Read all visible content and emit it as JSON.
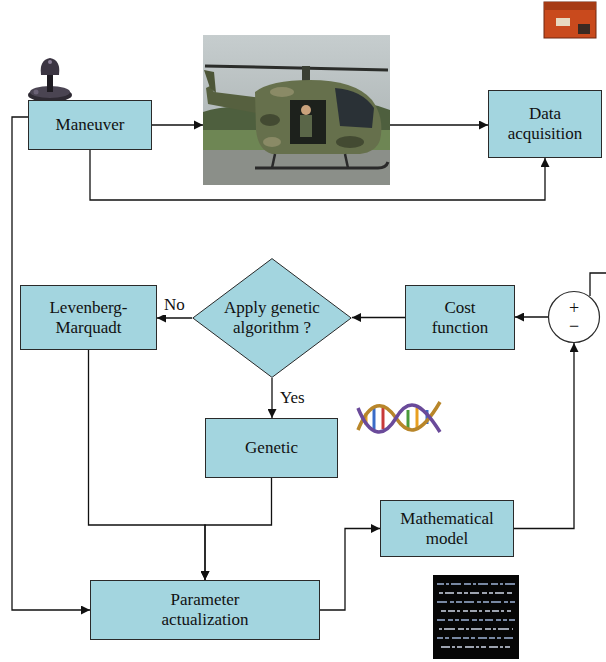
{
  "diagram": {
    "nodes": [
      {
        "text": [
          "Maneuver"
        ]
      },
      {
        "text": [
          "Data acquisition"
        ]
      },
      {
        "text": [
          "Levenberg-Marquadt"
        ]
      },
      {
        "text": [
          "Apply genetic algorithm ?"
        ]
      },
      {
        "text": [
          "Cost function"
        ]
      },
      {
        "text": [
          "+",
          "−"
        ]
      },
      {
        "text": [
          "Genetic"
        ]
      },
      {
        "text": [
          "Mathematical model"
        ]
      },
      {
        "text": [
          "Parameter actualization"
        ]
      }
    ],
    "edges": [
      {
        "from": 0,
        "to": 1,
        "arrow": "to"
      },
      {
        "from": 0,
        "to": 1,
        "arrow": "to"
      },
      {
        "from": 0,
        "to": 8,
        "arrow": "to"
      },
      {
        "from": 5,
        "to": 4,
        "arrow": "to"
      },
      {
        "from": 4,
        "to": 3,
        "arrow": "to"
      },
      {
        "from": 3,
        "to": 2,
        "label": "No",
        "arrow": "to"
      },
      {
        "from": 3,
        "to": 6,
        "label": "Yes",
        "arrow": "to"
      },
      {
        "from": 2,
        "to": 8,
        "arrow": "to"
      },
      {
        "from": 6,
        "to": 8,
        "arrow": "to"
      },
      {
        "from": 8,
        "to": 7,
        "arrow": "to"
      },
      {
        "from": 7,
        "to": 5,
        "arrow": "to"
      }
    ]
  }
}
